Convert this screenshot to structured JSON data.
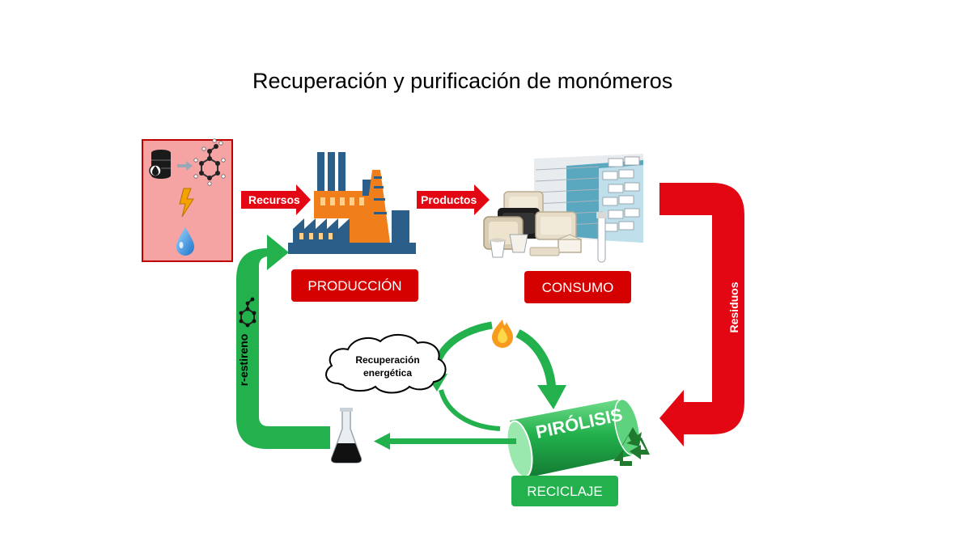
{
  "title": "Recuperación y purificación de monómeros",
  "labels": {
    "recursos": "Recursos",
    "productos": "Productos",
    "residuos": "Residuos",
    "r_estireno": "r-estireno",
    "produccion": "PRODUCCIÓN",
    "consumo": "CONSUMO",
    "reciclaje": "RECICLAJE",
    "pirolisis": "PIRÓLISIS",
    "recuperacion_line1": "Recuperación",
    "recuperacion_line2": "energética"
  },
  "icons": {
    "resources": [
      "oil-barrel-icon",
      "styrene-molecule-icon",
      "lightning-icon",
      "water-drop-icon"
    ],
    "production": "factory-icon",
    "consumption": "polystyrene-products-icon",
    "energy": "flame-icon",
    "recycle": "recycle-icon",
    "product": "flask-icon"
  },
  "colors": {
    "red": "#e30613",
    "dark_red": "#c00000",
    "green": "#22b14c",
    "resource_box_fill": "#f5a3a3",
    "resource_box_border": "#c00000",
    "factory_blue": "#2b5f8a",
    "factory_orange": "#f07f1b"
  }
}
